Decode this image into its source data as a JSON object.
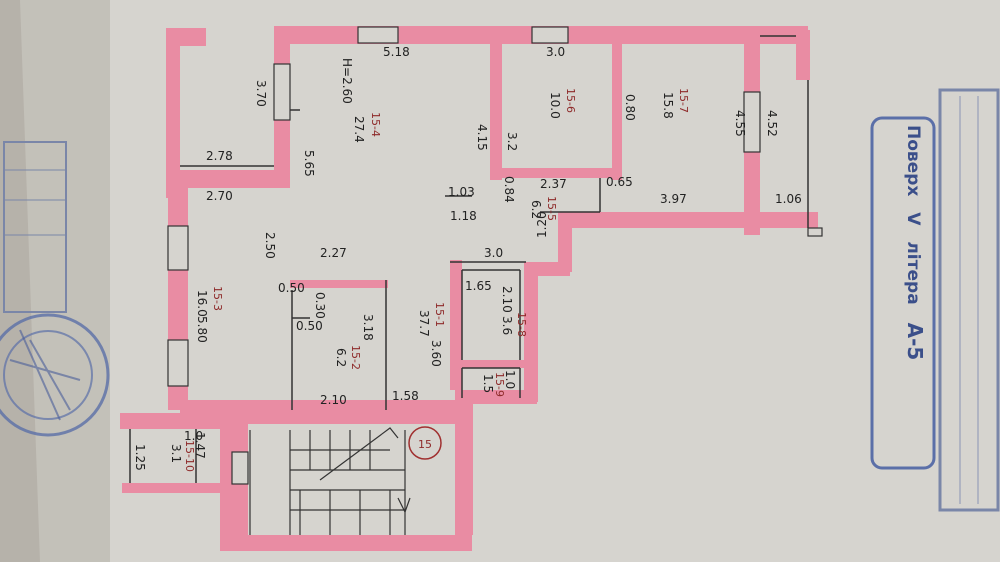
{
  "colors": {
    "paper": "#d6d4cf",
    "wall": "#e98ca3",
    "ink": "#222222",
    "stamp": "#5b6fa8",
    "room_id": "#8e2a2a"
  },
  "plan": {
    "height_note": "H=2.60",
    "entrance_label": "15",
    "rooms": [
      {
        "id": "15-4",
        "area": "27.4"
      },
      {
        "id": "15-6",
        "area": "10.0"
      },
      {
        "id": "15-7",
        "area": "15.8"
      },
      {
        "id": "15-3",
        "area": "16.0"
      },
      {
        "id": "15-2",
        "area": "6.2"
      },
      {
        "id": "15-1",
        "area": "37.7"
      },
      {
        "id": "15-5",
        "area": "6.2"
      },
      {
        "id": "15-8",
        "area": "3.6"
      },
      {
        "id": "15-9",
        "area": "1.5"
      },
      {
        "id": "15-10",
        "area": "3.1"
      }
    ],
    "dimensions": [
      "5.18",
      "3.0",
      "3.70",
      "2.78",
      "2.70",
      "5.65",
      "4.15",
      "3.2",
      "0.80",
      "4.55",
      "4.52",
      "1.03",
      "0.84",
      "2.37",
      "0.65",
      "3.97",
      "1.06",
      "1.18",
      "1.20",
      "2.50",
      "2.27",
      "3.0",
      "0.50",
      "0.30",
      "0.50",
      "3.18",
      "1.65",
      "2.10",
      "5.80",
      "3.60",
      "1.0",
      "1.47",
      "2.10",
      "1.58",
      "1.25",
      "1.0"
    ]
  },
  "stamp": {
    "level_label": "Поверх",
    "level_value": "V",
    "liter_label": "літера",
    "liter_value": "А-5"
  }
}
